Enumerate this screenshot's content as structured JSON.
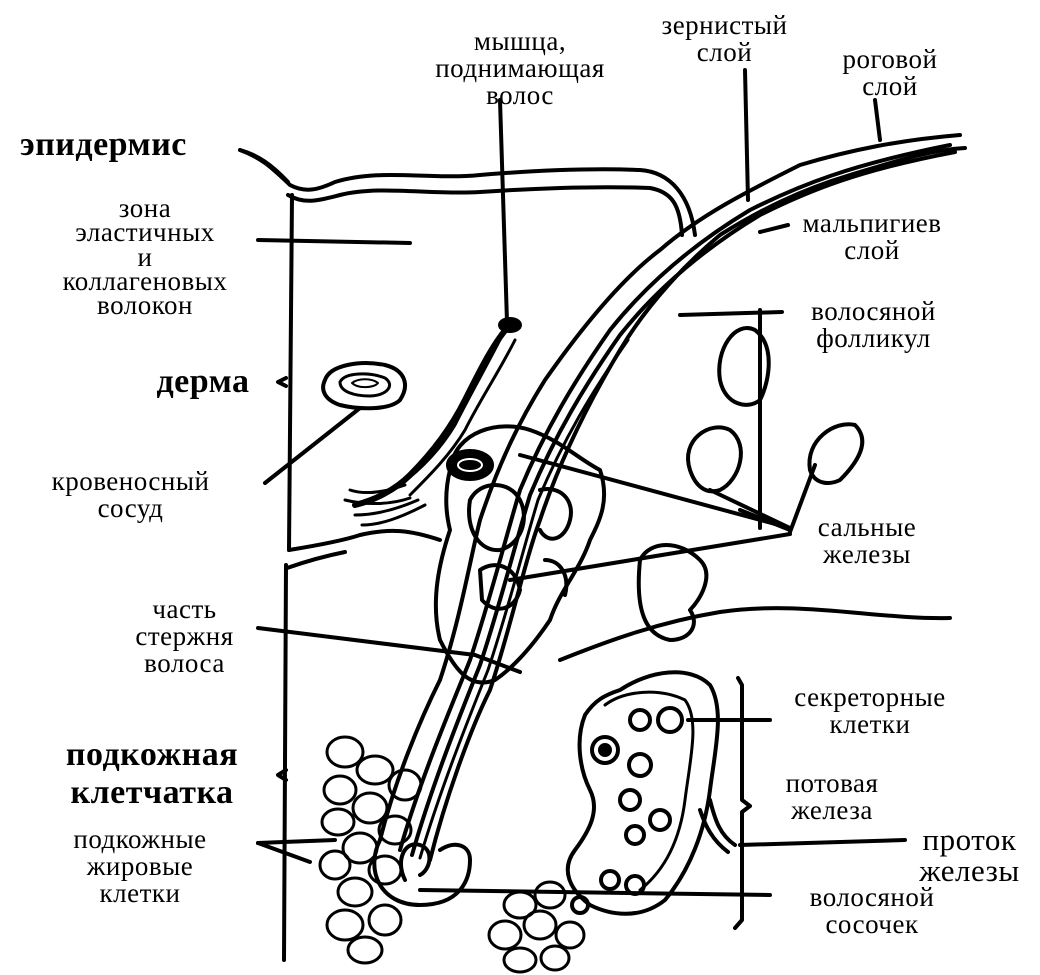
{
  "labels": {
    "muscle": "мышца,\nподнимающая\nволос",
    "granular_layer": "зернистый\nслой",
    "horny_layer": "роговой\nслой",
    "epidermis": "эпидермис",
    "elastic_zone": "зона\nэластичных\nи\nколлагеновых\nволокон",
    "malpighian_layer": "мальпигиев\nслой",
    "hair_follicle": "волосяной\nфолликул",
    "dermis": "дерма",
    "blood_vessel": "кровеносный\nсосуд",
    "sebaceous_glands": "сальные\nжелезы",
    "hair_shaft": "часть\nстержня\nволоса",
    "secretory_cells": "секреторные\nклетки",
    "subcutaneous_tissue": "подкожная\nклетчатка",
    "sweat_gland": "потовая\nжелеза",
    "fat_cells": "подкожные\nжировые\nклетки",
    "gland_duct": "проток\nжелезы",
    "hair_papilla": "волосяной\nсосочек"
  },
  "colors": {
    "ink": "#000000",
    "background": "#ffffff"
  }
}
